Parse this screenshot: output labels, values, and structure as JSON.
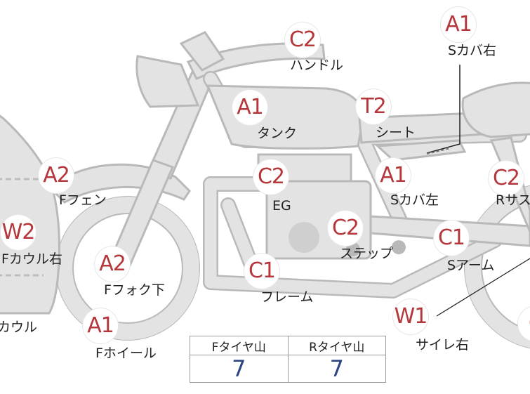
{
  "badges": [
    {
      "id": "c2-handle",
      "code": "C2"
    },
    {
      "id": "a1-scover-right",
      "code": "A1"
    },
    {
      "id": "a1-tank",
      "code": "A1"
    },
    {
      "id": "t2-seat",
      "code": "T2"
    },
    {
      "id": "a2-ffender",
      "code": "A2"
    },
    {
      "id": "c2-engine",
      "code": "C2"
    },
    {
      "id": "a1-scover-left",
      "code": "A1"
    },
    {
      "id": "c2-rsus",
      "code": "C2"
    },
    {
      "id": "w2-fcowl-right",
      "code": "W2"
    },
    {
      "id": "c2-step",
      "code": "C2"
    },
    {
      "id": "c1-sarm",
      "code": "C1"
    },
    {
      "id": "a2-ffork",
      "code": "A2"
    },
    {
      "id": "c1-frame",
      "code": "C1"
    },
    {
      "id": "a1-fwheel",
      "code": "A1"
    },
    {
      "id": "w1-side-right",
      "code": "W1"
    },
    {
      "id": "c-rwheel",
      "code": "C"
    }
  ],
  "labels": [
    {
      "id": "handle",
      "text": "ハンドル"
    },
    {
      "id": "scover-right",
      "text": "Sカバ右"
    },
    {
      "id": "tank",
      "text": "タンク"
    },
    {
      "id": "seat",
      "text": "シート"
    },
    {
      "id": "ffender",
      "text": "Fフェン"
    },
    {
      "id": "engine",
      "text": "EG"
    },
    {
      "id": "scover-left",
      "text": "Sカバ左"
    },
    {
      "id": "rsus",
      "text": "Rサス"
    },
    {
      "id": "fcowl-right",
      "text": "Fカウル右"
    },
    {
      "id": "step",
      "text": "ステップ"
    },
    {
      "id": "sarm",
      "text": "Sアーム"
    },
    {
      "id": "ffork",
      "text": "Fフォク下"
    },
    {
      "id": "frame",
      "text": "フレーム"
    },
    {
      "id": "fcowl",
      "text": "カウル"
    },
    {
      "id": "fwheel",
      "text": "Fホイール"
    },
    {
      "id": "side-right",
      "text": "サイレ右"
    }
  ],
  "tire_table": {
    "headers": [
      "Fタイヤ山",
      "Rタイヤ山"
    ],
    "values": [
      "7",
      "7"
    ]
  }
}
